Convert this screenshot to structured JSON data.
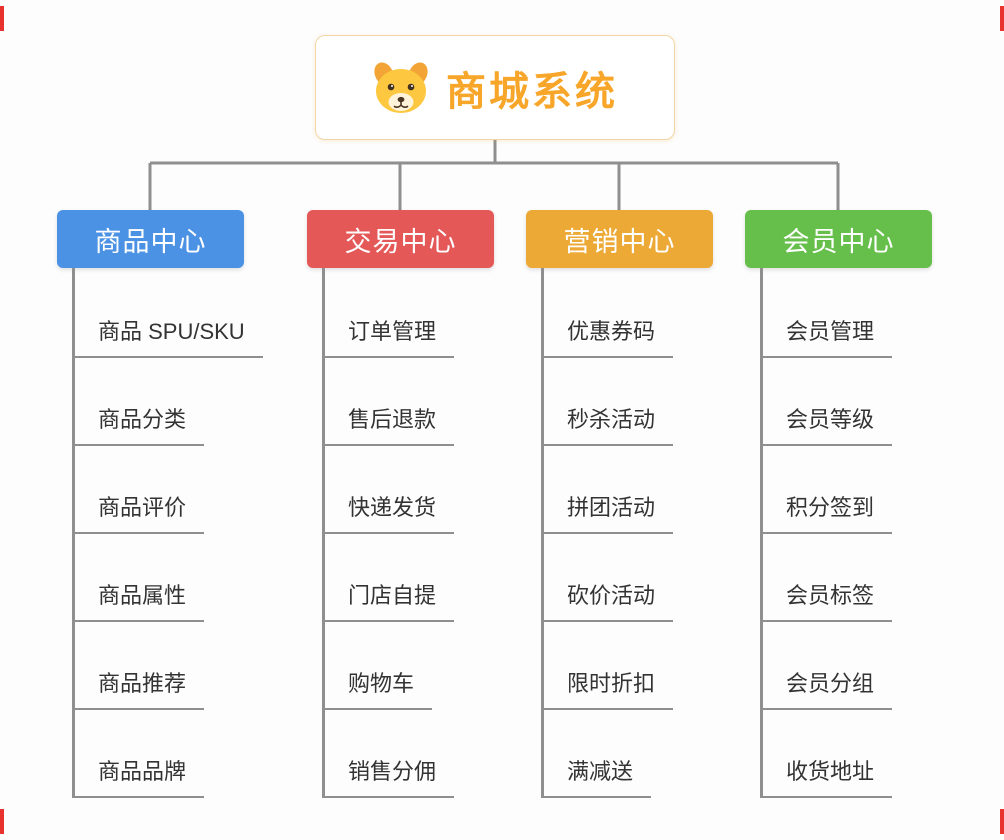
{
  "root": {
    "title": "商城系统",
    "icon": "dog-face-icon",
    "title_color": "#f7a629"
  },
  "connector_color": "#8f8f8f",
  "branches": [
    {
      "label": "商品中心",
      "color": "#4B92E5",
      "children": [
        "商品 SPU/SKU",
        "商品分类",
        "商品评价",
        "商品属性",
        "商品推荐",
        "商品品牌"
      ]
    },
    {
      "label": "交易中心",
      "color": "#E45858",
      "children": [
        "订单管理",
        "售后退款",
        "快递发货",
        "门店自提",
        "购物车",
        "销售分佣"
      ]
    },
    {
      "label": "营销中心",
      "color": "#ECA935",
      "children": [
        "优惠券码",
        "秒杀活动",
        "拼团活动",
        "砍价活动",
        "限时折扣",
        "满减送"
      ]
    },
    {
      "label": "会员中心",
      "color": "#67BF4B",
      "children": [
        "会员管理",
        "会员等级",
        "积分签到",
        "会员标签",
        "会员分组",
        "收货地址"
      ]
    }
  ]
}
